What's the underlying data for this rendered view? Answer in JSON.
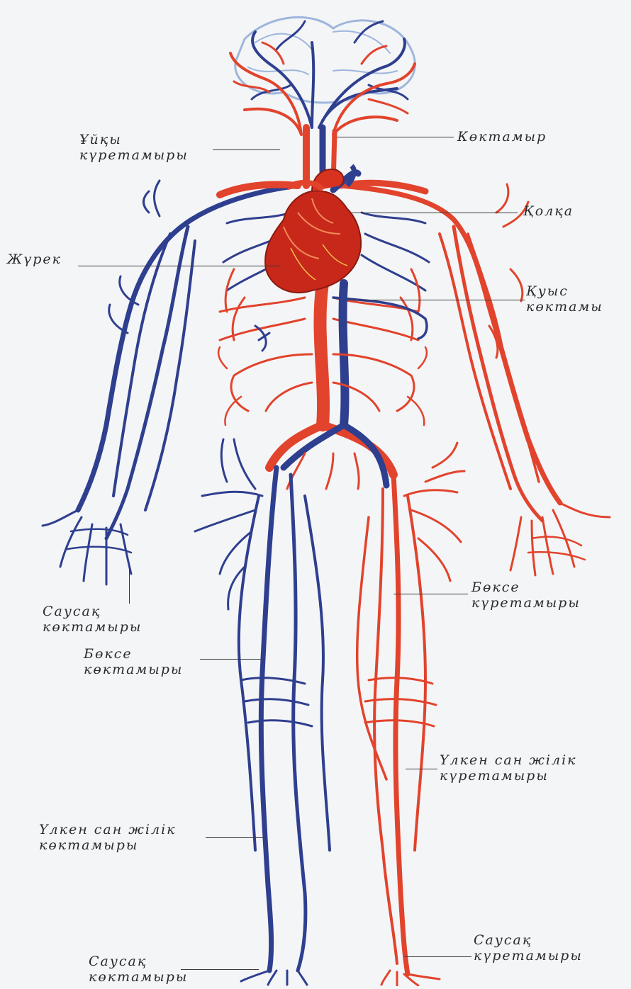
{
  "labels": {
    "carotid": [
      "Ұйқы",
      "күретамыры"
    ],
    "vein": "Көктамыр",
    "aorta": "Қолқа",
    "heart": "Жүрек",
    "vena_cava": [
      "Қуыс",
      "көктамы"
    ],
    "finger_artery_hand": [
      "Саусақ",
      "көктамыры"
    ],
    "hip_artery": [
      "Бөксе",
      "күретамыры"
    ],
    "hip_vein": [
      "Бөксе",
      "көктамыры"
    ],
    "femoral_artery": [
      "Үлкен сан жілік",
      "күретамыры"
    ],
    "femoral_vein": [
      "Үлкен сан жілік",
      "көктамыры"
    ],
    "toe_artery": [
      "Саусақ",
      "күретамыры"
    ],
    "toe_vein": [
      "Саусақ",
      "көктамыры"
    ]
  },
  "colors": {
    "artery": "#e2432c",
    "vein": "#2f3f8f",
    "heart": "#c7281a",
    "background": "#f4f5f7"
  }
}
